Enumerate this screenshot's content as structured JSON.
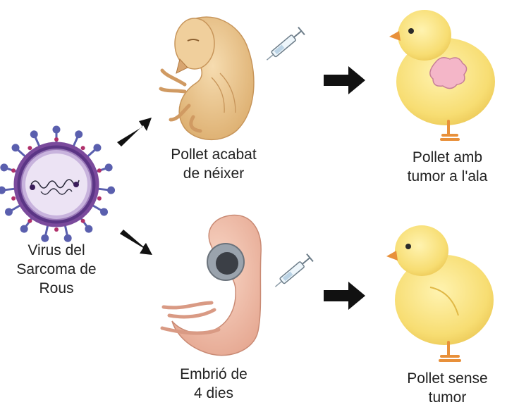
{
  "virus": {
    "label_lines": [
      "Virus del",
      "Sarcoma de",
      "Rous"
    ]
  },
  "newborn": {
    "label_lines": [
      "Pollet acabat",
      "de néixer"
    ]
  },
  "embryo": {
    "label_lines": [
      "Embrió de",
      "4 dies"
    ]
  },
  "tumor_chick": {
    "label_lines": [
      "Pollet amb",
      "tumor a l'ala"
    ]
  },
  "healthy_chick": {
    "label_lines": [
      "Pollet sense",
      "tumor"
    ]
  },
  "colors": {
    "virus_envelope": "#7a4a9c",
    "virus_spikes": "#5a5fae",
    "virus_core": "#ece3f4",
    "tumor": "#f4b6c8",
    "chick_body": "#f7dd72",
    "chick_beak": "#e8903a",
    "newborn_skin": "#ecc690",
    "embryo_skin": "#f2bfa8",
    "arrow": "#111111"
  }
}
